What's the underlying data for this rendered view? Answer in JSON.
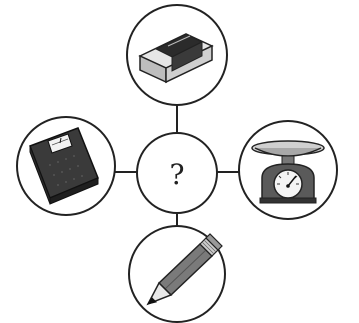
{
  "diagram": {
    "center": {
      "text": "?"
    },
    "nodes": [
      {
        "position": "top",
        "icon": "eraser-icon"
      },
      {
        "position": "left",
        "icon": "bathroom-scale-icon"
      },
      {
        "position": "right",
        "icon": "kitchen-scale-icon"
      },
      {
        "position": "bottom",
        "icon": "pencil-icon"
      }
    ],
    "colors": {
      "stroke": "#222222",
      "dark": "#333333",
      "mid": "#888888",
      "light": "#d9d9d9",
      "background": "#ffffff"
    }
  }
}
